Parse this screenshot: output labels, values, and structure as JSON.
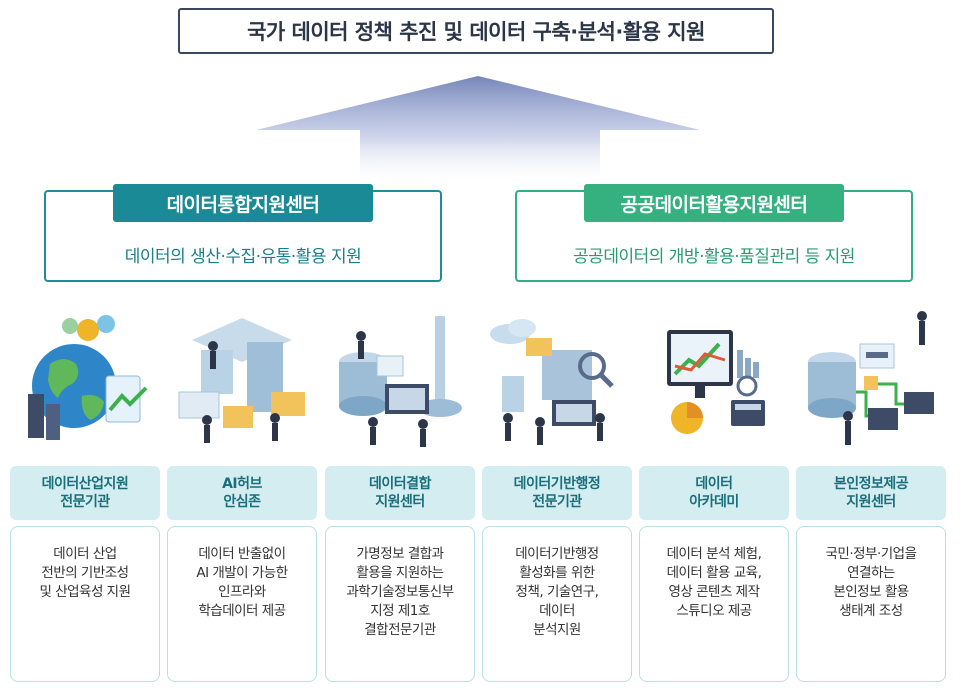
{
  "top_title": "국가 데이터 정책 추진 및 데이터 구축·분석·활용 지원",
  "centers": [
    {
      "name": "데이터통합지원센터",
      "desc": "데이터의 생산·수집·유통·활용 지원"
    },
    {
      "name": "공공데이터활용지원센터",
      "desc": "공공데이터의 개방·활용·품질관리 등 지원"
    }
  ],
  "orgs": [
    {
      "label": "데이터산업지원\n전문기관",
      "desc": "데이터 산업\n전반의 기반조성\n및 산업육성 지원"
    },
    {
      "label": "AI허브\n안심존",
      "desc": "데이터 반출없이\nAI 개발이 가능한\n인프라와\n학습데이터 제공"
    },
    {
      "label": "데이터결합\n지원센터",
      "desc": "가명정보 결합과\n활용을 지원하는\n과학기술정보통신부\n지정 제1호\n결합전문기관"
    },
    {
      "label": "데이터기반행정\n전문기관",
      "desc": "데이터기반행정\n활성화를 위한\n정책, 기술연구,\n데이터\n분석지원"
    },
    {
      "label": "데이터\n아카데미",
      "desc": "데이터 분석 체험,\n데이터 활용 교육,\n영상 콘텐츠 제작\n스튜디오 제공"
    },
    {
      "label": "본인정보제공\n지원센터",
      "desc": "국민·정부·기업을\n연결하는\n본인정보 활용\n생태계 조성"
    }
  ],
  "colors": {
    "teal": "#1a8a96",
    "green": "#35b07f",
    "navy": "#2d3548",
    "label_bg": "#d3edf0"
  }
}
